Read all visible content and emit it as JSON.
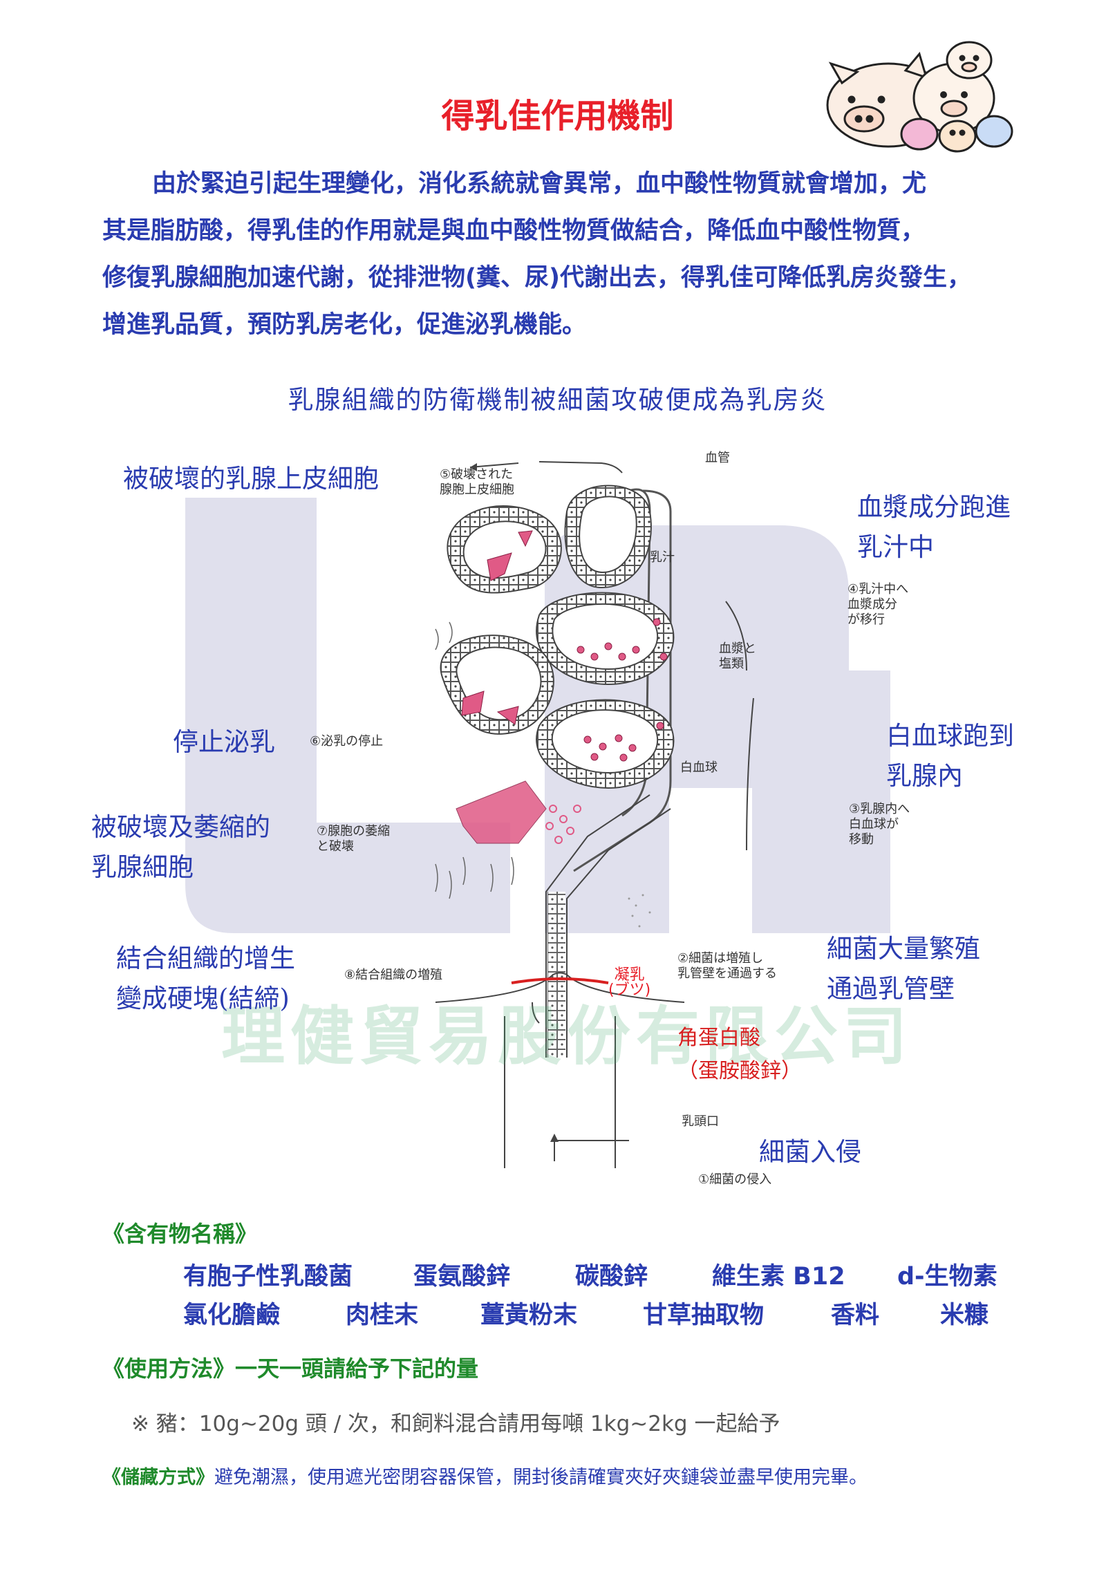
{
  "title": "得乳佳作用機制",
  "intro_lines": [
    "由於緊迫引起生理變化，消化系統就會異常，血中酸性物質就會增加，尤",
    "其是脂肪酸，得乳佳的作用就是與血中酸性物質做結合，降低血中酸性物質，",
    "修復乳腺細胞加速代謝，從排泄物(糞、尿)代謝出去，得乳佳可降低乳房炎發生，",
    "增進乳品質，預防乳房老化，促進泌乳機能。"
  ],
  "diagram": {
    "caption": "乳腺組織的防衛機制被細菌攻破便成為乳房炎",
    "annotations": {
      "destroyed_epithelium": "被破壞的乳腺上皮細胞",
      "stop_lactation": "停止泌乳",
      "atrophy_line1": "被破壞及萎縮的",
      "atrophy_line2": "乳腺細胞",
      "connective_line1": "結合組織的增生",
      "connective_line2": "變成硬塊(結締)",
      "plasma_line1": "血漿成分跑進",
      "plasma_line2": "乳汁中",
      "wbc_line1": "白血球跑到",
      "wbc_line2": "乳腺內",
      "bacteria_line1": "細菌大量繁殖",
      "bacteria_line2": "通過乳管壁",
      "keratin_line1": "角蛋白酸",
      "keratin_line2": "（蛋胺酸鋅）",
      "invasion": "細菌入侵"
    },
    "jp_labels": {
      "blood_vessel": "血管",
      "milk": "乳汁",
      "plasma_salts_1": "血漿と",
      "plasma_salts_2": "塩類",
      "wbc": "白血球",
      "coag_1": "凝乳",
      "coag_2": "(ブツ)",
      "teat_opening": "乳頭口",
      "s1": "①細菌の侵入",
      "s2_1": "②細菌は増殖し",
      "s2_2": "乳管壁を通過する",
      "s3_1": "③乳腺内へ",
      "s3_2": "白血球が",
      "s3_3": "移動",
      "s4_1": "④乳汁中へ",
      "s4_2": "血漿成分",
      "s4_3": "が移行",
      "s5_1": "⑤破壊された",
      "s5_2": "腺胞上皮細胞",
      "s6": "⑥泌乳の停止",
      "s7_1": "⑦腺胞の萎縮",
      "s7_2": "と破壊",
      "s8": "⑧結合組織の増殖"
    },
    "watermark": "理健貿易股份有限公司"
  },
  "ingredients": {
    "heading": "《含有物名稱》",
    "row1": [
      "有胞子性乳酸菌",
      "蛋氨酸鋅",
      "碳酸鋅",
      "維生素 B12",
      "d-生物素"
    ],
    "row2": [
      "氯化膽鹼",
      "肉桂末",
      "薑黃粉末",
      "甘草抽取物",
      "香料",
      "米糠"
    ]
  },
  "usage": {
    "heading": "《使用方法》一天一頭請給予下記的量",
    "pig": "※ 豬：10g~20g 頭 / 次，和飼料混合請用每噸 1kg~2kg 一起給予"
  },
  "storage": {
    "label": "《儲藏方式》",
    "text": "避免潮濕，使用遮光密閉容器保管，開封後請確實夾好夾鏈袋並盡早使用完畢。"
  },
  "colors": {
    "title": "#e8202a",
    "body_text": "#2a3cb0",
    "section_heading": "#1f8a2b",
    "cells_pink": "#e05a86"
  }
}
